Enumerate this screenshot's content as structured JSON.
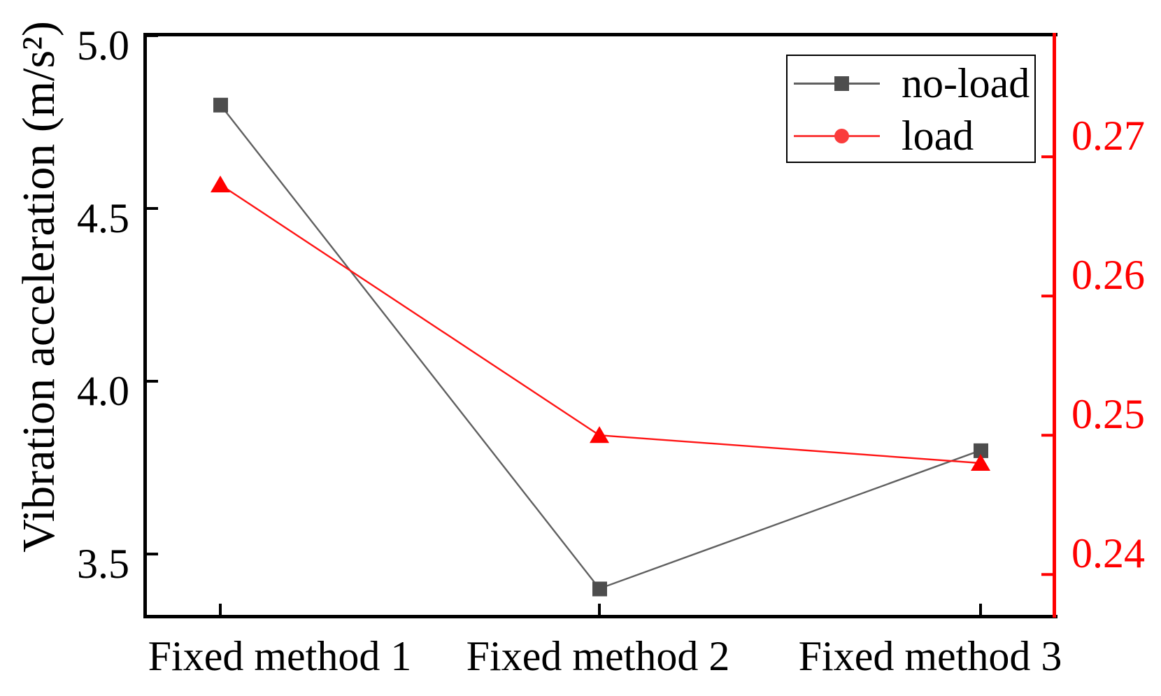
{
  "figure": {
    "background": "#ffffff"
  },
  "chart_data": {
    "type": "line",
    "title": "",
    "categories": [
      "Fixed method 1",
      "Fixed method 2",
      "Fixed method 3"
    ],
    "series": [
      {
        "name": "no-load",
        "axis": "left",
        "values": [
          4.8,
          3.4,
          3.8
        ],
        "line_color": "#606060",
        "marker": "square",
        "marker_color": "#4d4d4d"
      },
      {
        "name": "load",
        "axis": "right",
        "values": [
          0.268,
          0.25,
          0.248
        ],
        "line_color": "#ff1414",
        "marker": "triangle",
        "marker_color": "#ff0000",
        "legend_marker": "circle",
        "legend_color": "#fa3c3c"
      }
    ],
    "left_axis": {
      "label": "Vibration acceleration (m/s²)",
      "tick_labels": [
        "3.5",
        "4.0",
        "4.5",
        "5.0"
      ],
      "ticks": [
        3.5,
        4.0,
        4.5,
        5.0
      ],
      "range": [
        3.32,
        5.008
      ],
      "color": "#000000"
    },
    "right_axis": {
      "label": "",
      "tick_labels": [
        "0.24",
        "0.25",
        "0.26",
        "0.27"
      ],
      "ticks": [
        0.24,
        0.25,
        0.26,
        0.27
      ],
      "range": [
        0.237,
        0.2789
      ],
      "color": "#ff0000"
    },
    "legend": {
      "position": "top-right",
      "entries": [
        "no-load",
        "load"
      ]
    },
    "grid": false
  }
}
